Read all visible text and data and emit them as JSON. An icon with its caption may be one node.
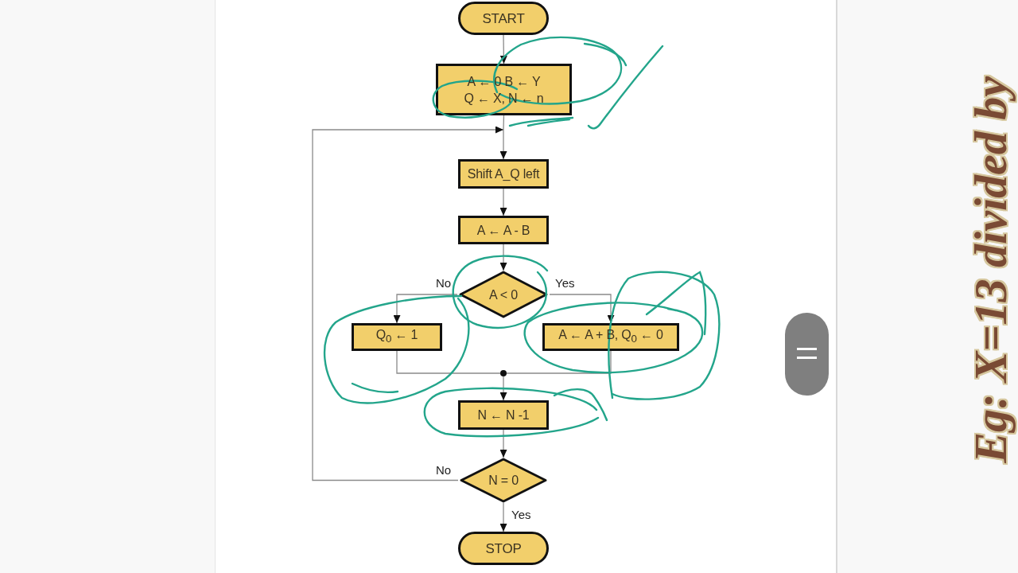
{
  "diagram": {
    "nodes": [
      {
        "text": [
          "START"
        ]
      },
      {
        "text": [
          "A ← 0 B ← Y",
          "Q ← X, N ← n"
        ]
      },
      {
        "text": [
          "Shift A_Q left"
        ]
      },
      {
        "text": [
          "A ← A - B"
        ]
      },
      {
        "text": [
          "A < 0"
        ]
      },
      {
        "text": [
          "Q$_{0}$ ← 1"
        ]
      },
      {
        "text": [
          "A ← A + B, Q$_{0}$ ← 0"
        ]
      },
      {
        "text": [],
        "shape": "circle"
      },
      {
        "text": [
          "N ← N -1"
        ]
      },
      {
        "text": [
          "N = 0"
        ]
      },
      {
        "text": [
          "STOP"
        ]
      }
    ],
    "edges": [
      {
        "from": 0,
        "to": 1,
        "arrow": "to"
      },
      {
        "from": 1,
        "to": 2,
        "arrow": "to"
      },
      {
        "from": 2,
        "to": 3,
        "arrow": "to"
      },
      {
        "from": 3,
        "to": 4,
        "arrow": "to"
      },
      {
        "from": 4,
        "to": 5,
        "arrow": "to",
        "label": "No"
      },
      {
        "from": 4,
        "to": 6,
        "arrow": "to",
        "label": "Yes"
      },
      {
        "from": 5,
        "to": 7,
        "arrow": "none"
      },
      {
        "from": 6,
        "to": 7,
        "arrow": "none"
      },
      {
        "from": 7,
        "to": 8,
        "arrow": "to"
      },
      {
        "from": 8,
        "to": 9,
        "arrow": "to"
      },
      {
        "from": 9,
        "to": 10,
        "arrow": "to",
        "label": "Yes"
      },
      {
        "from": 9,
        "to": 2,
        "arrow": "to",
        "label": "No"
      }
    ],
    "labels": [
      "Eg: X=13 divided by"
    ]
  }
}
